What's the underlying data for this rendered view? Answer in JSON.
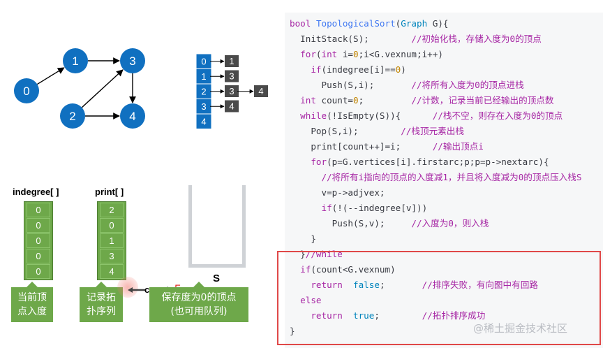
{
  "graph": {
    "nodes": [
      {
        "id": "0",
        "label": "0"
      },
      {
        "id": "1",
        "label": "1"
      },
      {
        "id": "2",
        "label": "2"
      },
      {
        "id": "3",
        "label": "3"
      },
      {
        "id": "4",
        "label": "4"
      }
    ],
    "edges": [
      [
        "0",
        "1"
      ],
      [
        "1",
        "3"
      ],
      [
        "2",
        "3"
      ],
      [
        "2",
        "4"
      ],
      [
        "3",
        "4"
      ]
    ],
    "node_color": "#1070c0"
  },
  "adjacency": {
    "heads": [
      "0",
      "1",
      "2",
      "3",
      "4"
    ],
    "lists": [
      [
        "1"
      ],
      [
        "3"
      ],
      [
        "3",
        "4"
      ],
      [
        "4"
      ],
      []
    ]
  },
  "indegree": {
    "title": "indegree[ ]",
    "values": [
      "0",
      "0",
      "0",
      "0",
      "0"
    ],
    "caption": [
      "当前顶",
      "点入度"
    ]
  },
  "print": {
    "title": "print[ ]",
    "values": [
      "2",
      "0",
      "1",
      "3",
      "4"
    ],
    "caption": [
      "记录拓",
      "扑序列"
    ]
  },
  "count": {
    "label": "count=",
    "value": "5"
  },
  "stack": {
    "label": "S",
    "caption": [
      "保存度为0的顶点",
      "(也可用队列)"
    ]
  },
  "code_lines": [
    "bool TopologicalSort(Graph G){",
    "  InitStack(S);        //初始化栈，存储入度为0的顶点",
    "  for(int i=0;i<G.vexnum;i++)",
    "    if(indegree[i]==0)",
    "      Push(S,i);       //将所有入度为0的顶点进栈",
    "  int count=0;         //计数，记录当前已经输出的顶点数",
    "  while(!IsEmpty(S)){      //栈不空，则存在入度为0的顶点",
    "    Pop(S,i);        //栈顶元素出栈",
    "    print[count++]=i;      //输出顶点i",
    "    for(p=G.vertices[i].firstarc;p;p=p->nextarc){",
    "      //将所有i指向的顶点的入度减1，并且将入度减为0的顶点压入栈S",
    "      v=p->adjvex;",
    "      if(!(--indegree[v]))",
    "        Push(S,v);     //入度为0，则入栈",
    "    }",
    "  }//while",
    "  if(count<G.vexnum)",
    "    return  false;       //排序失败，有向图中有回路",
    "  else",
    "    return  true;        //拓扑排序成功",
    "}"
  ],
  "watermark": "@稀土掘金技术社区",
  "colors": {
    "green": "#6ea84a",
    "blue": "#1070c0",
    "highlight": "#e04848",
    "panel": "#f6f7f8"
  }
}
